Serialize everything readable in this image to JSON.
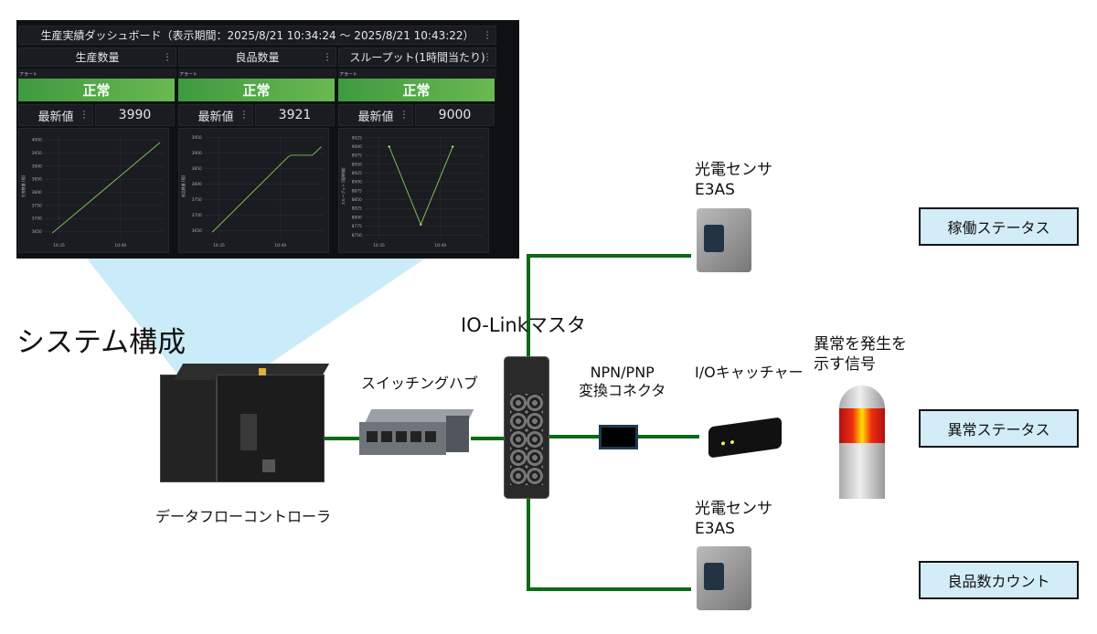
{
  "dashboard": {
    "title": "生産実績ダッシュボード（表示期間：2025/8/21 10:34:24 ～ 2025/8/21 10:43:22）",
    "panels": [
      {
        "header": "生産数量",
        "alert_label": "アラート",
        "status": "正常",
        "latest_label": "最新値",
        "latest_value": "3990"
      },
      {
        "header": "良品数量",
        "alert_label": "アラート",
        "status": "正常",
        "latest_label": "最新値",
        "latest_value": "3921"
      },
      {
        "header": "スループット(1時間当たり)",
        "alert_label": "アラート",
        "status": "正常",
        "latest_label": "最新値",
        "latest_value": "9000"
      }
    ],
    "status_color": "#5aae4a",
    "line_color": "#7fbf5a"
  },
  "chart_data": [
    {
      "type": "line",
      "ylabel": "生産数量 [個]",
      "ylim": [
        3630,
        4015
      ],
      "yticks": [
        3650,
        3700,
        3750,
        3800,
        3850,
        3900,
        3950,
        4000
      ],
      "xticks": [
        "10:35",
        "10:40"
      ],
      "xlim": [
        "10:33:50",
        "10:43:30"
      ],
      "grid": true,
      "markers": false,
      "x": [
        "10:34:28",
        "10:43:13"
      ],
      "y": [
        3645,
        3990
      ]
    },
    {
      "type": "line",
      "ylabel": "良品数量 [個]",
      "ylim": [
        3630,
        3955
      ],
      "yticks": [
        3650,
        3700,
        3750,
        3800,
        3850,
        3900,
        3950
      ],
      "xticks": [
        "10:35",
        "10:40"
      ],
      "xlim": [
        "10:33:50",
        "10:43:30"
      ],
      "grid": true,
      "markers": false,
      "x": [
        "10:34:28",
        "10:40:36",
        "10:40:50",
        "10:42:36",
        "10:43:20"
      ],
      "y": [
        3645,
        3887,
        3893,
        3893,
        3921
      ]
    },
    {
      "type": "line",
      "ylabel": "スループット [個/時間]",
      "ylim": [
        8745,
        9030
      ],
      "yticks": [
        8750,
        8775,
        8800,
        8825,
        8850,
        8875,
        8900,
        8925,
        8950,
        8975,
        9000,
        9025
      ],
      "xticks": [
        "10:35",
        "10:40"
      ],
      "xlim": [
        "10:33:50",
        "10:43:30"
      ],
      "grid": true,
      "markers": true,
      "x": [
        "10:35:50",
        "10:38:24",
        "10:41:00"
      ],
      "y": [
        9000,
        8780,
        9000
      ]
    }
  ],
  "diagram": {
    "section_title": "システム構成",
    "controller": "データフローコントローラ",
    "switch_hub": "スイッチングハブ",
    "io_link_master": "IO-Linkマスタ",
    "converter": "NPN/PNP\n変換コネクタ",
    "sensor_top": "光電センサ\nE3AS",
    "sensor_bottom": "光電センサ\nE3AS",
    "io_catcher": "I/Oキャッチャー",
    "signal_tower": "異常を発生を\n示す信号",
    "status_running": "稼働ステータス",
    "status_error": "異常ステータス",
    "status_good_count": "良品数カウント",
    "line_color": "#0b6a16",
    "box_color": "#d2ecf8"
  }
}
